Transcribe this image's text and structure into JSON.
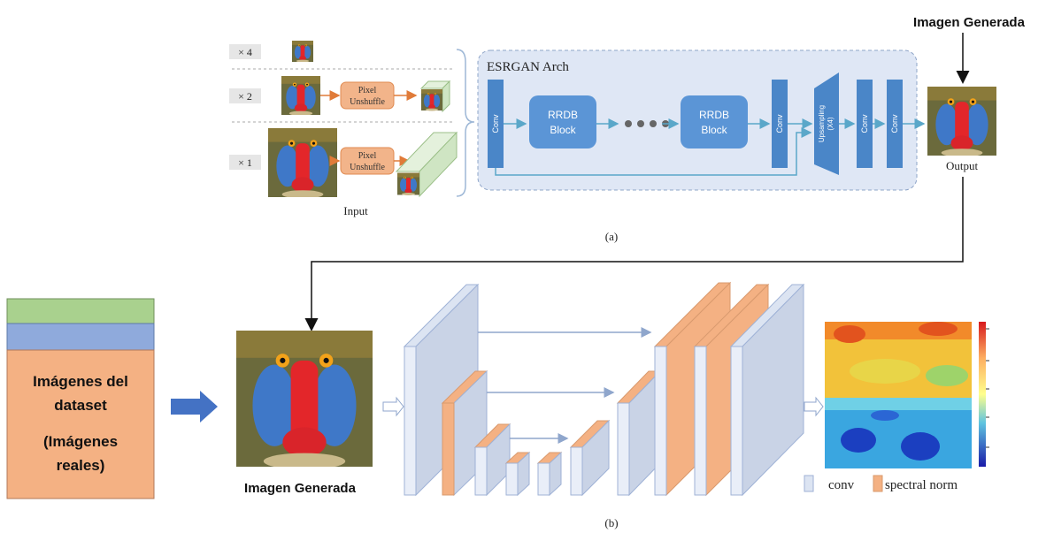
{
  "top": {
    "generated_label_top": "Imagen Generada",
    "arch_title": "ESRGAN Arch",
    "scales": [
      "× 4",
      "× 2",
      "× 1"
    ],
    "pixel_unshuffle": [
      "Pixel",
      "Unshuffle"
    ],
    "input_label": "Input",
    "output_label": "Output",
    "conv": "Conv",
    "rrdb": [
      "RRDB",
      "Block"
    ],
    "upsampling": [
      "Upsampling",
      "(X4)"
    ],
    "caption": "(a)"
  },
  "bottom": {
    "dataset_lines": [
      "Imágenes del",
      "dataset",
      "(Imágenes",
      "reales)"
    ],
    "generated_label": "Imagen Generada",
    "legend_conv": "conv",
    "legend_spectral": "spectral norm",
    "caption": "(b)"
  },
  "colors": {
    "arch_bg": "#dfe7f5",
    "conv_blue": "#4a86c8",
    "rrdb_blue": "#5b95d6",
    "unshuffle_orange": "#f2b48a",
    "dataset_green": "#a9d18e",
    "dataset_blue": "#8faadc",
    "dataset_orange": "#f4b183",
    "unet_orange": "#f4b183",
    "unet_face": "#dce4f2"
  }
}
